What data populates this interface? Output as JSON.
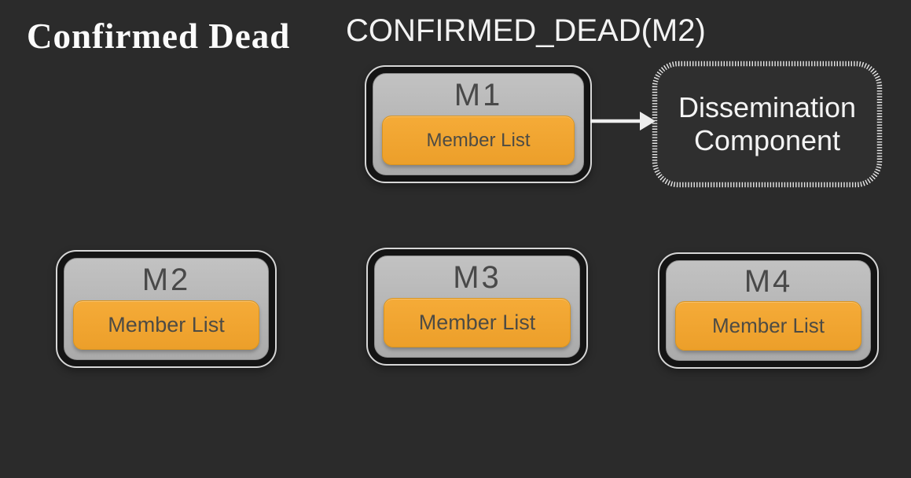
{
  "slide": {
    "title": "Confirmed Dead",
    "event_label": "CONFIRMED_DEAD(M2)"
  },
  "nodes": [
    {
      "title": "M1",
      "member_list_label": "Member List"
    },
    {
      "title": "M2",
      "member_list_label": "Member List"
    },
    {
      "title": "M3",
      "member_list_label": "Member List"
    },
    {
      "title": "M4",
      "member_list_label": "Member List"
    }
  ],
  "dissemination_component": {
    "label": "Dissemination Component"
  },
  "icons": {
    "arrow": "right-arrow-icon"
  },
  "colors": {
    "background": "#2b2b2b",
    "node_frame": "#141414",
    "node_outline": "#d6d6d6",
    "node_body": "#b6b6b6",
    "member_list_fill": "#f1a434",
    "member_list_border": "#d8941f",
    "dark_text": "#494949",
    "light_text": "#f3f3f3"
  }
}
